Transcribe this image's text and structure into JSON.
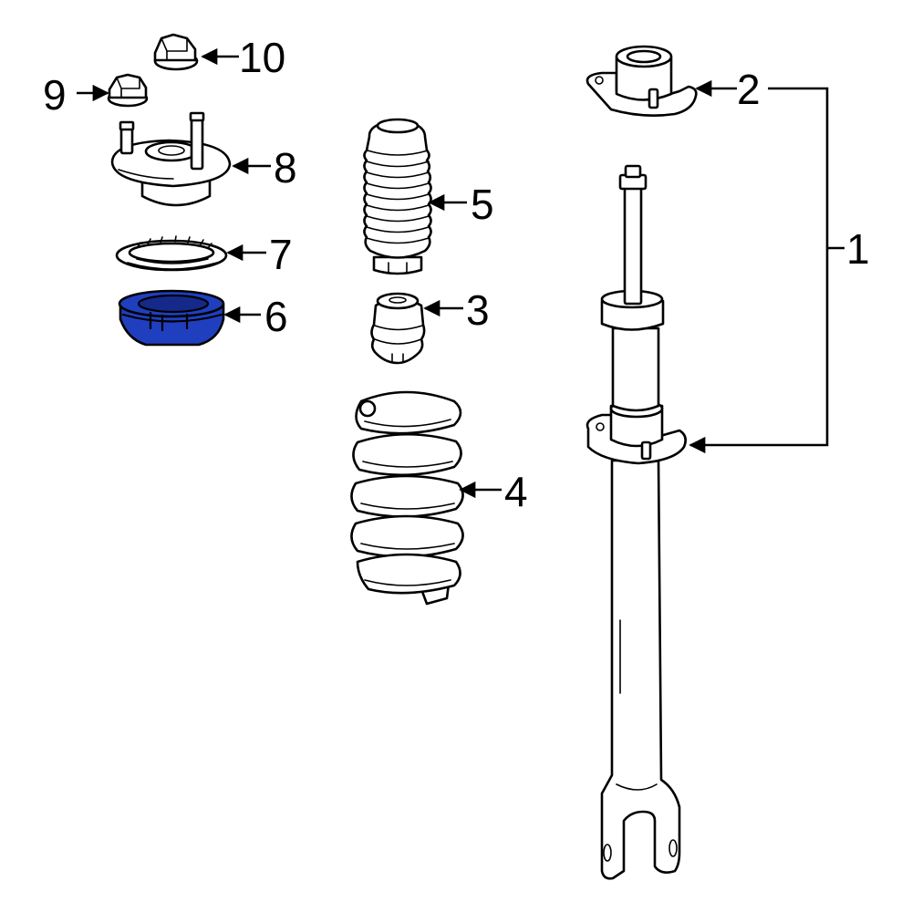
{
  "highlight_color": "#1f3fbf",
  "callouts": {
    "c1": "1",
    "c2": "2",
    "c3": "3",
    "c4": "4",
    "c5": "5",
    "c6": "6",
    "c7": "7",
    "c8": "8",
    "c9": "9",
    "c10": "10"
  },
  "highlighted_part": "6"
}
